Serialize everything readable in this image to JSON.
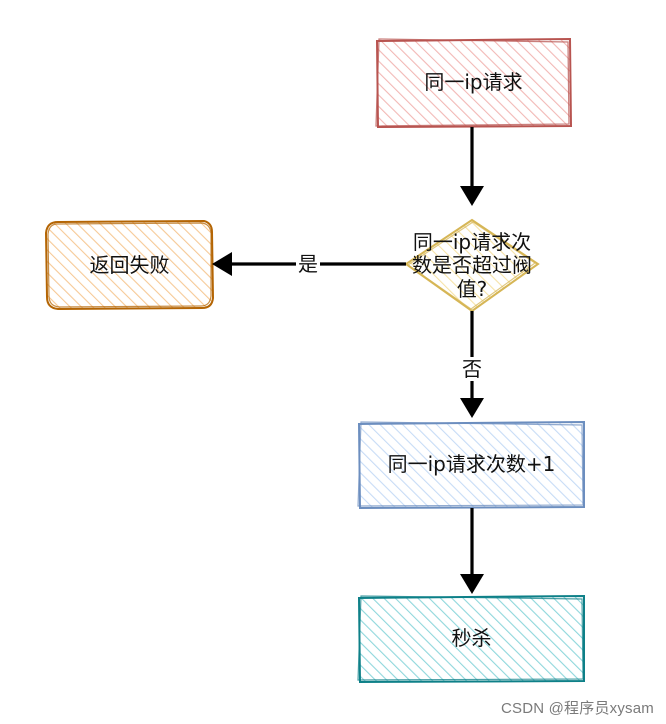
{
  "nodes": {
    "request": {
      "label": "同一ip请求",
      "stroke": "#b85450",
      "fill": "#f8cecc"
    },
    "decision": {
      "label_lines": [
        "同一ip请求次",
        "数是否超过阀",
        "值?"
      ],
      "stroke": "#d6b656",
      "fill": "#fff2cc"
    },
    "fail": {
      "label": "返回失败",
      "stroke": "#b46504",
      "fill": "#fad7ac"
    },
    "increment": {
      "label": "同一ip请求次数+1",
      "stroke": "#6c8ebf",
      "fill": "#dae8fc"
    },
    "seckill": {
      "label": "秒杀",
      "stroke": "#0e8088",
      "fill": "#b0e3e6"
    }
  },
  "edges": {
    "yes_label": "是",
    "no_label": "否"
  },
  "watermark": "CSDN @程序员xysam"
}
